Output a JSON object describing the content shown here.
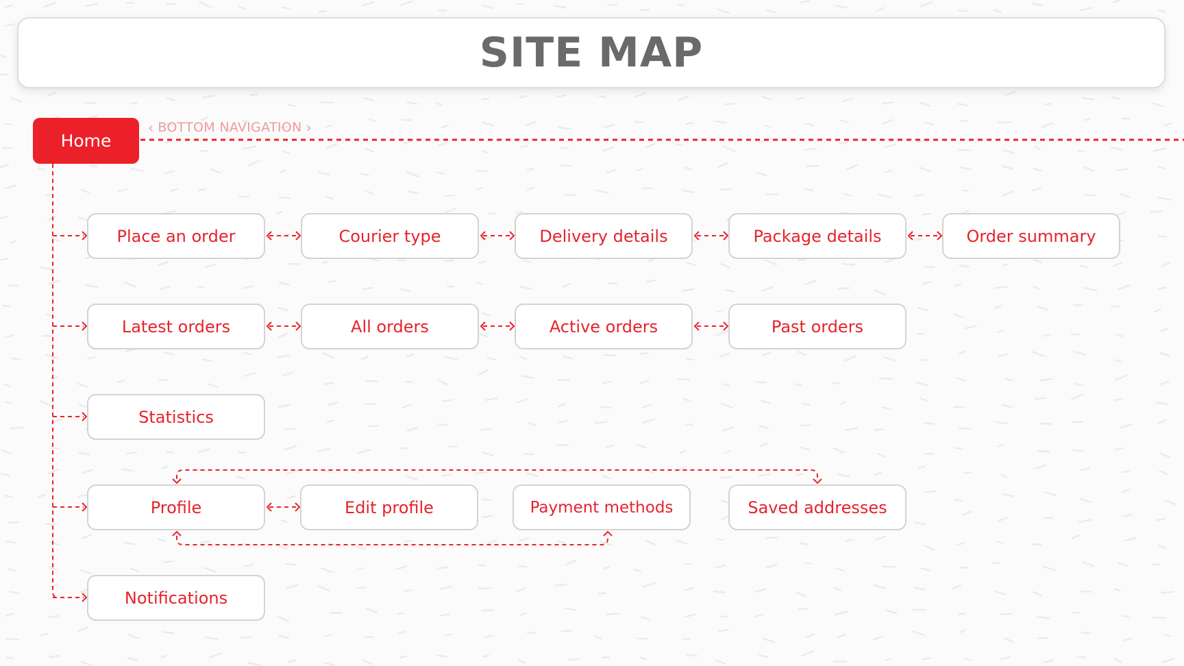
{
  "title": "SITE MAP",
  "home": {
    "label": "Home"
  },
  "bottom_navigation": {
    "label": "BOTTOM NAVIGATION",
    "left_chevron": "‹",
    "right_chevron": "›"
  },
  "rows": [
    {
      "name": "order",
      "nodes": [
        "Place an order",
        "Courier type",
        "Delivery details",
        "Package details",
        "Order summary"
      ]
    },
    {
      "name": "orders",
      "nodes": [
        "Latest orders",
        "All orders",
        "Active orders",
        "Past orders"
      ]
    },
    {
      "name": "statistics",
      "nodes": [
        "Statistics"
      ]
    },
    {
      "name": "profile",
      "nodes": [
        "Profile",
        "Edit profile",
        "Payment methods",
        "Saved addresses"
      ]
    },
    {
      "name": "notifications",
      "nodes": [
        "Notifications"
      ]
    }
  ],
  "colors": {
    "accent": "#ec2028",
    "node_text": "#e5232b",
    "title_text": "#6a6a6a",
    "node_border": "#d3d3d3",
    "background": "#fbfbfb",
    "nav_label": "#ee9a9d"
  },
  "icons": {
    "arrow_head": "chevron-right-icon",
    "bidirectional_arrow": "double-arrow-icon"
  }
}
